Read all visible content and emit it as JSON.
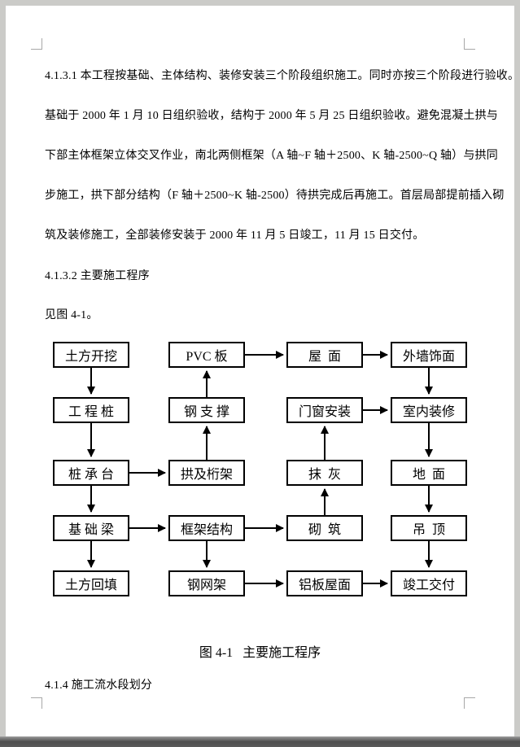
{
  "document": {
    "p1_lines": [
      "4.1.3.1 本工程按基础、主体结构、装修安装三个阶段组织施工。同时亦按三个阶段进行验收。",
      "基础于 2000 年 1 月 10 日组织验收，结构于 2000 年 5 月 25 日组织验收。避免混凝土拱与",
      "下部主体框架立体交叉作业，南北两侧框架（A 轴~F 轴＋2500、K 轴-2500~Q 轴）与拱同",
      "步施工，拱下部分结构（F 轴＋2500~K 轴-2500）待拱完成后再施工。首层局部提前插入砌",
      "筑及装修施工，全部装修安装于 2000 年 11 月 5 日竣工，11 月 15 日交付。"
    ],
    "section_4132": "4.1.3.2 主要施工程序",
    "see_figure": "见图 4-1。",
    "figure_caption": "图 4-1   主要施工程序",
    "section_414": "4.1.4 施工流水段划分"
  },
  "chart_data": {
    "type": "flowchart",
    "title": "图 4-1 主要施工程序",
    "grid": {
      "rows": 5,
      "cols": 4
    },
    "nodes": [
      {
        "id": "earth-excavation",
        "label": "土方开挖",
        "row": 1,
        "col": 1
      },
      {
        "id": "pvc-panel",
        "label": "PVC 板",
        "row": 1,
        "col": 2
      },
      {
        "id": "roof",
        "label": "屋  面",
        "row": 1,
        "col": 3
      },
      {
        "id": "exterior-wall-finish",
        "label": "外墙饰面",
        "row": 1,
        "col": 4
      },
      {
        "id": "engineering-pile",
        "label": "工 程 桩",
        "row": 2,
        "col": 1
      },
      {
        "id": "steel-support",
        "label": "钢 支 撑",
        "row": 2,
        "col": 2
      },
      {
        "id": "door-window-install",
        "label": "门窗安装",
        "row": 2,
        "col": 3
      },
      {
        "id": "interior-decoration",
        "label": "室内装修",
        "row": 2,
        "col": 4
      },
      {
        "id": "pile-cap",
        "label": "桩 承 台",
        "row": 3,
        "col": 1
      },
      {
        "id": "arch-truss",
        "label": "拱及桁架",
        "row": 3,
        "col": 2
      },
      {
        "id": "plastering",
        "label": "抹  灰",
        "row": 3,
        "col": 3
      },
      {
        "id": "floor",
        "label": "地  面",
        "row": 3,
        "col": 4
      },
      {
        "id": "foundation-beam",
        "label": "基 础 梁",
        "row": 4,
        "col": 1
      },
      {
        "id": "frame-structure",
        "label": "框架结构",
        "row": 4,
        "col": 2
      },
      {
        "id": "masonry",
        "label": "砌  筑",
        "row": 4,
        "col": 3
      },
      {
        "id": "suspended-ceiling",
        "label": "吊  顶",
        "row": 4,
        "col": 4
      },
      {
        "id": "earth-backfill",
        "label": "土方回填",
        "row": 5,
        "col": 1
      },
      {
        "id": "steel-net-frame",
        "label": "钢网架",
        "row": 5,
        "col": 2
      },
      {
        "id": "aluminum-roof",
        "label": "铝板屋面",
        "row": 5,
        "col": 3
      },
      {
        "id": "completion-handover",
        "label": "竣工交付",
        "row": 5,
        "col": 4
      }
    ],
    "edges": [
      [
        "earth-excavation",
        "engineering-pile"
      ],
      [
        "engineering-pile",
        "pile-cap"
      ],
      [
        "pile-cap",
        "foundation-beam"
      ],
      [
        "foundation-beam",
        "earth-backfill"
      ],
      [
        "pile-cap",
        "arch-truss"
      ],
      [
        "foundation-beam",
        "frame-structure"
      ],
      [
        "arch-truss",
        "steel-support"
      ],
      [
        "steel-support",
        "pvc-panel"
      ],
      [
        "pvc-panel",
        "roof"
      ],
      [
        "roof",
        "exterior-wall-finish"
      ],
      [
        "frame-structure",
        "masonry"
      ],
      [
        "masonry",
        "plastering"
      ],
      [
        "plastering",
        "door-window-install"
      ],
      [
        "door-window-install",
        "interior-decoration"
      ],
      [
        "frame-structure",
        "steel-net-frame"
      ],
      [
        "steel-net-frame",
        "aluminum-roof"
      ],
      [
        "aluminum-roof",
        "completion-handover"
      ],
      [
        "exterior-wall-finish",
        "interior-decoration"
      ],
      [
        "interior-decoration",
        "floor"
      ],
      [
        "floor",
        "suspended-ceiling"
      ],
      [
        "suspended-ceiling",
        "completion-handover"
      ]
    ],
    "colors": {
      "box_border": "#000000",
      "box_fill": "#ffffff",
      "arrow": "#000000"
    }
  }
}
